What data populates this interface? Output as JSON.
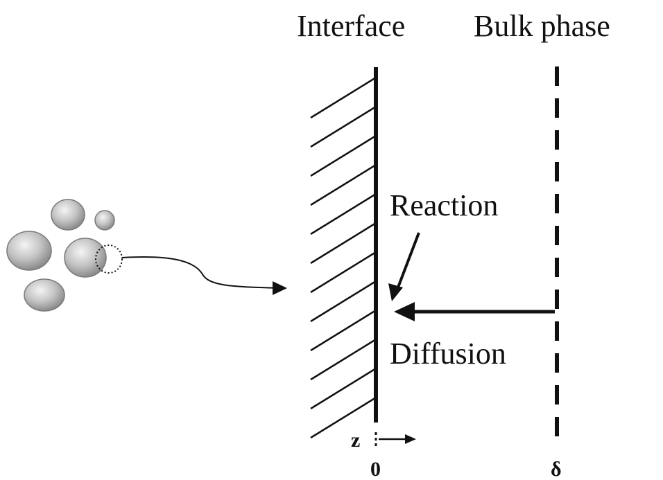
{
  "labels": {
    "interface": "Interface",
    "bulk_phase": "Bulk phase",
    "reaction": "Reaction",
    "diffusion": "Diffusion",
    "axis_variable": "z",
    "interface_position": "0",
    "bulk_position": "δ"
  },
  "colors": {
    "ink": "#111111",
    "bubble_fill": "#bdbdbd",
    "bubble_highlight": "#f2f2f2",
    "bubble_outline": "#7a7a7a"
  },
  "icons": {
    "bubbles": "gas-bubble-cluster-icon",
    "interface_wall": "hatched-wall-icon"
  }
}
